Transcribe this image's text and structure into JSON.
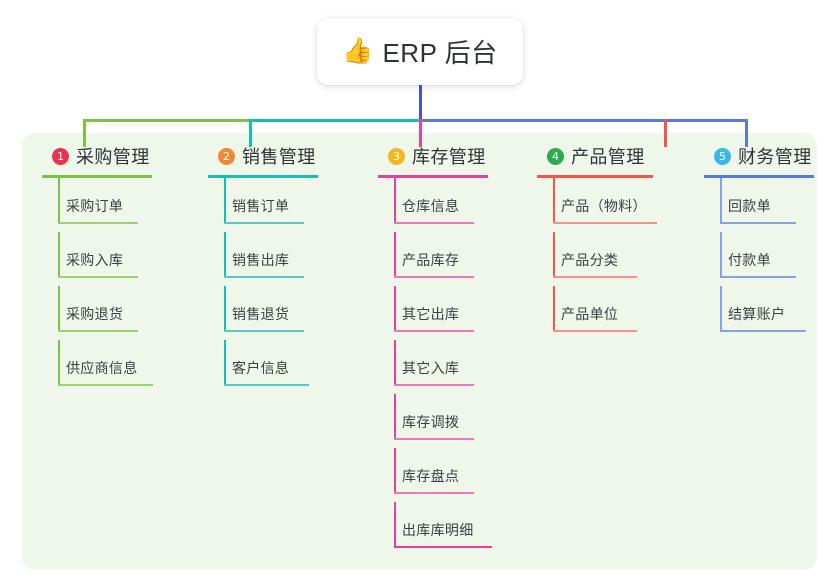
{
  "diagram": {
    "type": "mind-map",
    "root": {
      "emoji": "👍",
      "emoji_name": "thumbs-up-icon",
      "title": "ERP 后台",
      "stem_color": "#4355c7"
    },
    "panel_color": "#eef7ea",
    "branches": [
      {
        "index": "1",
        "label": "采购管理",
        "badge_color": "#e8344e",
        "line_color": "#7fc04a",
        "connector_color": "#7fc04a",
        "items": [
          "采购订单",
          "采购入库",
          "采购退货",
          "供应商信息"
        ]
      },
      {
        "index": "2",
        "label": "销售管理",
        "badge_color": "#f08a32",
        "line_color": "#18bfae",
        "connector_color": "#18bfae",
        "items": [
          "销售订单",
          "销售出库",
          "销售退货",
          "客户信息"
        ]
      },
      {
        "index": "3",
        "label": "库存管理",
        "badge_color": "#f5b721",
        "line_color": "#e9409a",
        "connector_color": "#e9409a",
        "items": [
          "仓库信息",
          "产品库存",
          "其它出库",
          "其它入库",
          "库存调拨",
          "库存盘点",
          "出库库明细"
        ]
      },
      {
        "index": "4",
        "label": "产品管理",
        "badge_color": "#2cab4c",
        "line_color": "#f4554d",
        "connector_color": "#f4554d",
        "items": [
          "产品（物料）",
          "产品分类",
          "产品单位"
        ]
      },
      {
        "index": "5",
        "label": "财务管理",
        "badge_color": "#3cb8e8",
        "line_color": "#5b79d6",
        "connector_color": "#5b79d6",
        "items": [
          "回款单",
          "付款单",
          "结算账户"
        ]
      }
    ]
  }
}
